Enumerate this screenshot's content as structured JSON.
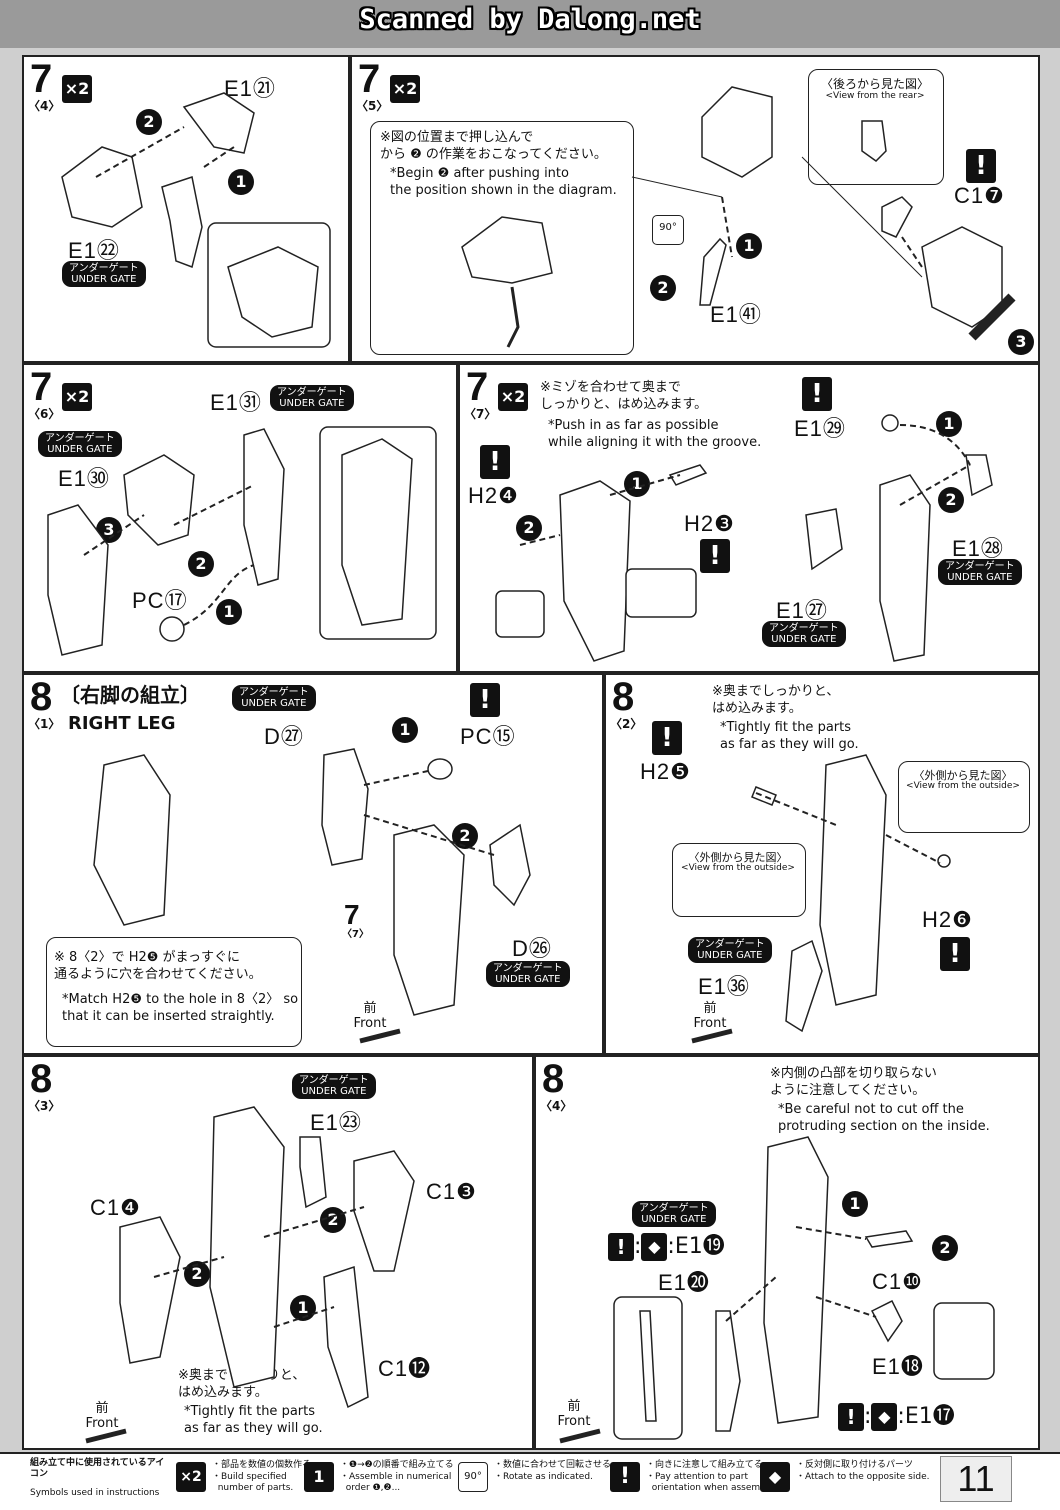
{
  "header": {
    "scanner_credit": "Scanned by Dalong.net"
  },
  "steps": {
    "s7_4": {
      "num": "7",
      "sub": "〈4〉",
      "mult": "×2",
      "p1": "E1",
      "p1n": "㉑",
      "p2": "E1",
      "p2n": "㉒",
      "gate": "アンダーゲート\nUNDER GATE",
      "arrow1": "1",
      "arrow2": "2"
    },
    "s7_5": {
      "num": "7",
      "sub": "〈5〉",
      "mult": "×2",
      "note_jp": "※図の位置まで押し込んで\nから ❷ の作業をおこなってください。",
      "note_en": "*Begin ❷ after pushing into\nthe position shown in the diagram.",
      "rear_jp": "〈後ろから見た図〉",
      "rear_en": "<View from the rear>",
      "p1": "C1",
      "p1n": "❼",
      "p2": "E1",
      "p2n": "㊶",
      "rot": "90°",
      "arrow1": "1",
      "arrow2": "2",
      "arrow3": "3"
    },
    "s7_6": {
      "num": "7",
      "sub": "〈6〉",
      "mult": "×2",
      "p1": "E1",
      "p1n": "㉛",
      "p2": "E1",
      "p2n": "㉚",
      "p3": "PC",
      "p3n": "⑰",
      "gate": "アンダーゲート\nUNDER GATE",
      "arrow1": "1",
      "arrow2": "2",
      "arrow3": "3"
    },
    "s7_7": {
      "num": "7",
      "sub": "〈7〉",
      "mult": "×2",
      "note_jp": "※ミゾを合わせて奥まで\nしっかりと、はめ込みます。",
      "note_en": "*Push in as far as possible\nwhile aligning it with the groove.",
      "p1": "H2",
      "p1n": "❹",
      "p2": "H2",
      "p2n": "❸",
      "p3": "E1",
      "p3n": "㉙",
      "p4": "E1",
      "p4n": "㉘",
      "p5": "E1",
      "p5n": "㉗",
      "gate": "アンダーゲート\nUNDER GATE",
      "arrow1": "1",
      "arrow2": "2"
    },
    "s8_1": {
      "num": "8",
      "sub": "〈1〉",
      "title_jp": "〔右脚の組立〕",
      "title_en": "RIGHT LEG",
      "gate": "アンダーゲート\nUNDER GATE",
      "p1": "D",
      "p1n": "㉗",
      "p2": "PC",
      "p2n": "⑮",
      "p3": "D",
      "p3n": "㉖",
      "ref_step": "7",
      "ref_sub": "〈7〉",
      "note_jp": "※ 8〈2〉で H2❺ がまっすぐに\n通るように穴を合わせてください。",
      "note_en": "*Match H2❺ to the hole in 8〈2〉 so\nthat it can be inserted straightly.",
      "front_jp": "前",
      "front_en": "Front",
      "arrow1": "1",
      "arrow2": "2"
    },
    "s8_2": {
      "num": "8",
      "sub": "〈2〉",
      "note_jp": "※奥までしっかりと、\nはめ込みます。",
      "note_en": "*Tightly fit the parts\nas far as they will go.",
      "out_jp": "〈外側から見た図〉",
      "out_en": "<View from the outside>",
      "p1": "H2",
      "p1n": "❺",
      "p2": "H2",
      "p2n": "❻",
      "p3": "E1",
      "p3n": "㊱",
      "gate": "アンダーゲート\nUNDER GATE",
      "front_jp": "前",
      "front_en": "Front"
    },
    "s8_3": {
      "num": "8",
      "sub": "〈3〉",
      "gate": "アンダーゲート\nUNDER GATE",
      "p1": "E1",
      "p1n": "㉓",
      "p2": "C1",
      "p2n": "❸",
      "p3": "C1",
      "p3n": "❹",
      "p4": "C1",
      "p4n": "⓬",
      "note_jp": "※奥までしっかりと、\nはめ込みます。",
      "note_en": "*Tightly fit the parts\nas far as they will go.",
      "front_jp": "前",
      "front_en": "Front",
      "arrow1": "1",
      "arrow2": "2"
    },
    "s8_4": {
      "num": "8",
      "sub": "〈4〉",
      "note_jp": "※内側の凸部を切り取らない\nように注意してください。",
      "note_en": "*Be careful not to cut off the\nprotruding section on the inside.",
      "gate": "アンダーゲート\nUNDER GATE",
      "p1": "E1",
      "p1n": "⓳",
      "p2": "E1",
      "p2n": "⓴",
      "p3": "C1",
      "p3n": "❿",
      "p4": "E1",
      "p4n": "⓲",
      "p5": "E1",
      "p5n": "⓱",
      "front_jp": "前",
      "front_en": "Front",
      "arrow1": "1",
      "arrow2": "2"
    }
  },
  "legend": {
    "title_jp": "組み立て中に使用されているアイコン",
    "title_en": "Symbols used in instructions",
    "items": [
      {
        "icon": "×2",
        "jp": "・部品を数値の個数作る",
        "en": "・Build specified\n  number of parts."
      },
      {
        "icon": "1",
        "jp": "・❶→❷の順番で組み立てる",
        "en": "・Assemble in numerical\n  order ❶,❷..."
      },
      {
        "icon": "90°",
        "jp": "・数値に合わせて回転させる",
        "en": "・Rotate as indicated."
      },
      {
        "icon": "!",
        "jp": "・向きに注意して組み立てる",
        "en": "・Pay attention to part\n  orientation when assembling."
      },
      {
        "icon": "◆",
        "jp": "・反対側に取り付けるパーツ",
        "en": "・Attach to the opposite side."
      }
    ]
  },
  "page_number": "11"
}
